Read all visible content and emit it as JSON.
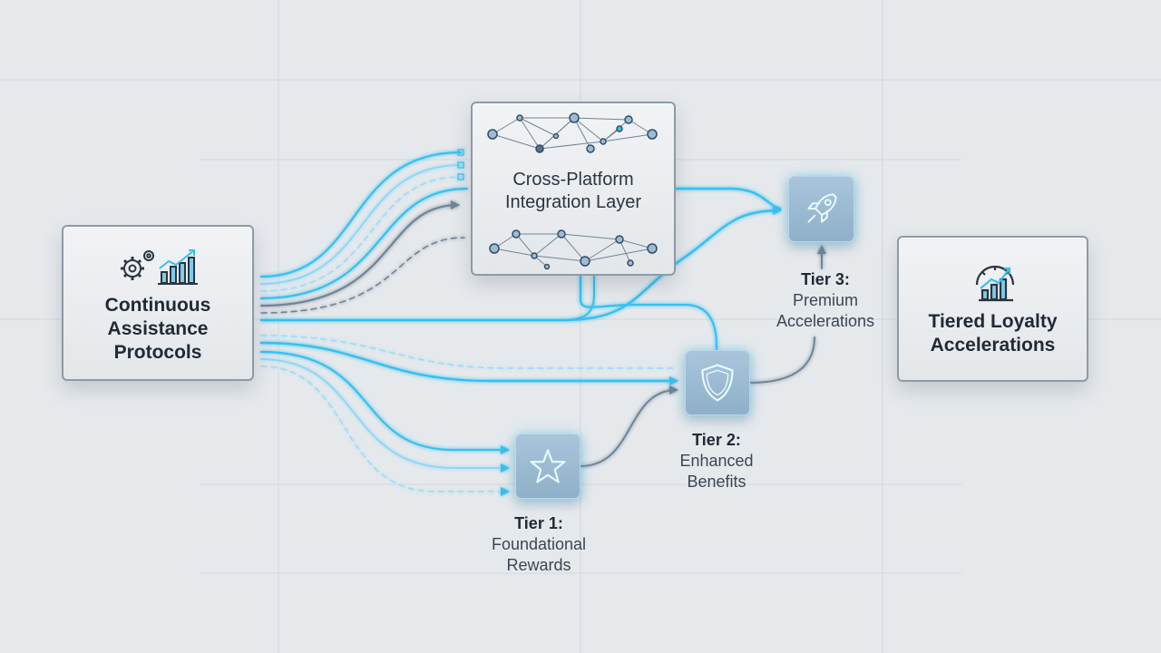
{
  "colors": {
    "background": "#e6e9ec",
    "flow_primary": "#39c0ee",
    "flow_light": "#8fd8f5",
    "flow_dark": "#6f8598",
    "card_border": "#8d9aa7",
    "node_fill": "#9ebbd3"
  },
  "source": {
    "title": "Continuous\nAssistance\nProtocols",
    "icons": [
      "gears-icon",
      "growth-chart-icon"
    ]
  },
  "integration": {
    "title": "Cross-Platform\nIntegration Layer",
    "icons": [
      "network-nodes-icon"
    ]
  },
  "outcome": {
    "title": "Tiered Loyalty\nAccelerations",
    "icons": [
      "gauge-growth-icon"
    ]
  },
  "tiers": [
    {
      "num": "Tier 1:",
      "desc": "Foundational\nRewards",
      "icon": "star-icon"
    },
    {
      "num": "Tier 2:",
      "desc": "Enhanced\nBenefits",
      "icon": "shield-icon"
    },
    {
      "num": "Tier 3:",
      "desc": "Premium\nAccelerations",
      "icon": "rocket-icon"
    }
  ]
}
